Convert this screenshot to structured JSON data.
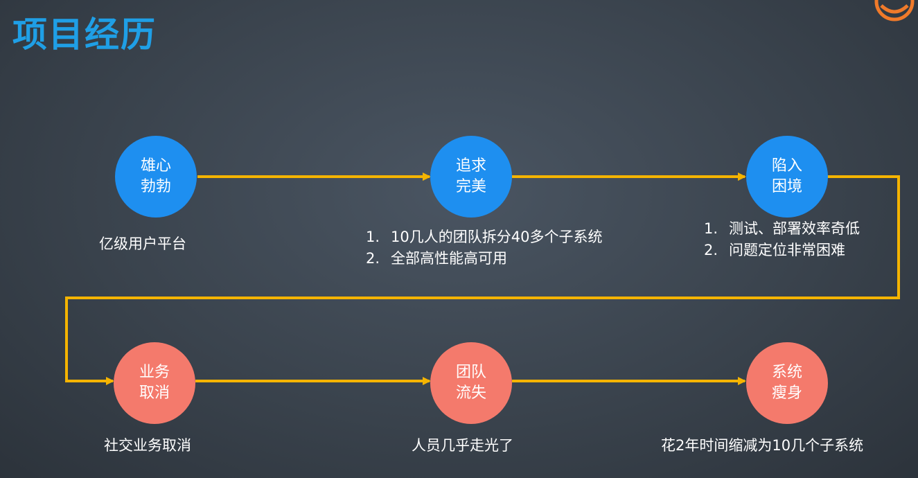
{
  "title": "项目经历",
  "logo_icon": "brand-logo-icon",
  "colors": {
    "title": "#1f9fe6",
    "node_blue": "#1e8ff0",
    "node_salmon": "#f47a6c",
    "arrow": "#f5b400"
  },
  "stages": [
    {
      "line1": "雄心",
      "line2": "勃勃",
      "caption": "亿级用户平台",
      "items": []
    },
    {
      "line1": "追求",
      "line2": "完美",
      "caption": "",
      "items": [
        {
          "num": "1.",
          "text": "10几人的团队拆分40多个子系统"
        },
        {
          "num": "2.",
          "text": "全部高性能高可用"
        }
      ]
    },
    {
      "line1": "陷入",
      "line2": "困境",
      "caption": "",
      "items": [
        {
          "num": "1.",
          "text": "测试、部署效率奇低"
        },
        {
          "num": "2.",
          "text": "问题定位非常困难"
        }
      ]
    },
    {
      "line1": "业务",
      "line2": "取消",
      "caption": "社交业务取消",
      "items": []
    },
    {
      "line1": "团队",
      "line2": "流失",
      "caption": "人员几乎走光了",
      "items": []
    },
    {
      "line1": "系统",
      "line2": "瘦身",
      "caption": "花2年时间缩减为10几个子系统",
      "items": []
    }
  ]
}
